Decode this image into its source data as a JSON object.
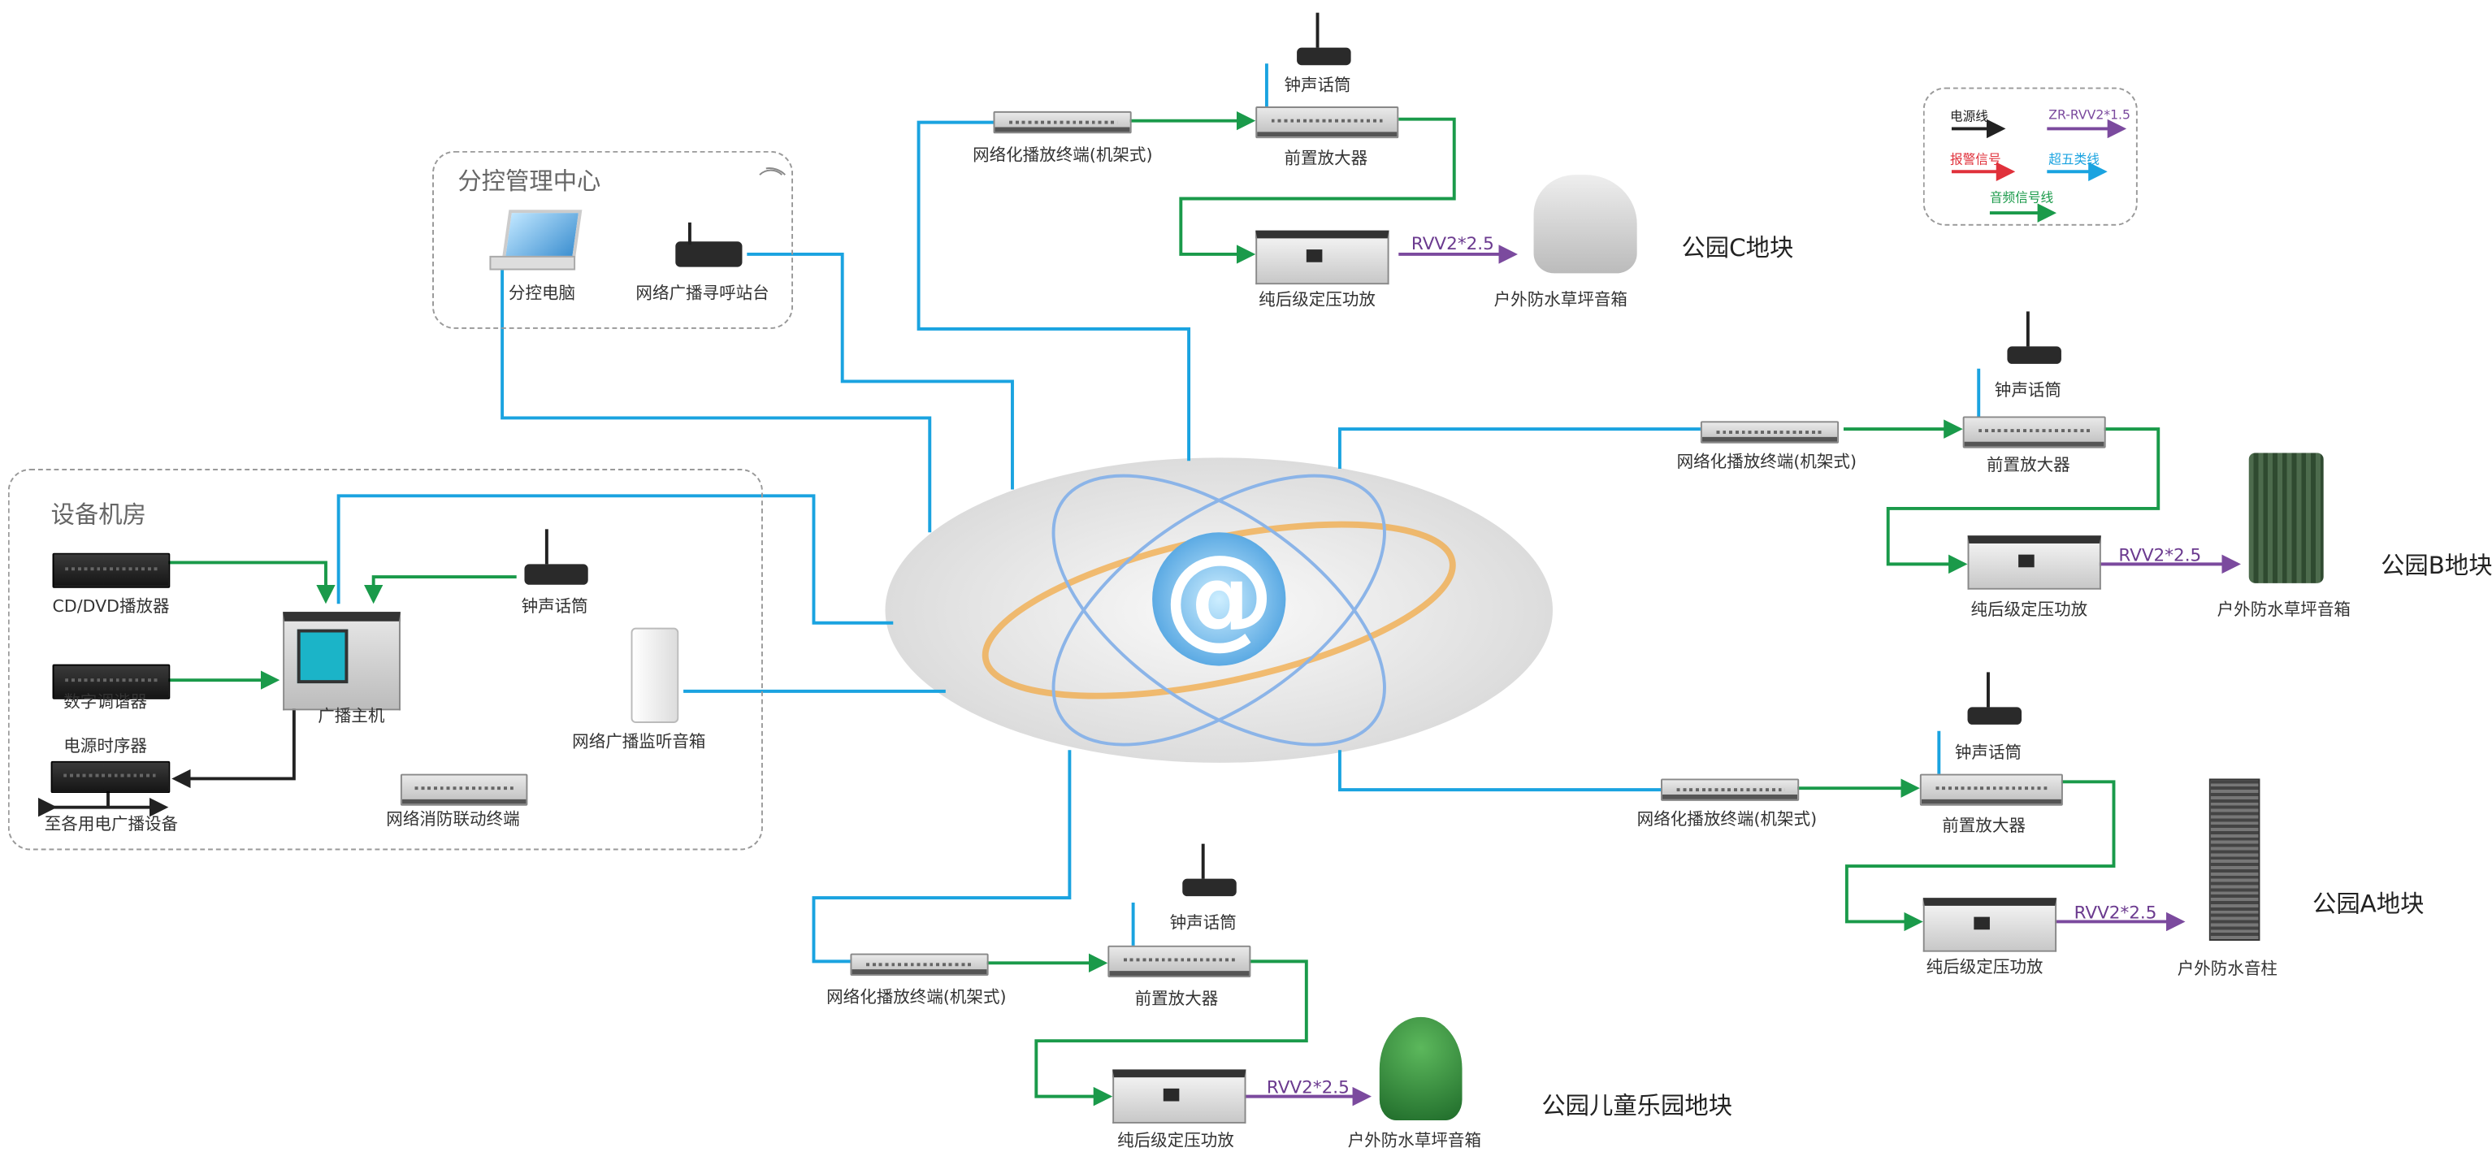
{
  "control_center": {
    "title": "分控管理中心",
    "pc_label": "分控电脑",
    "paging_label": "网络广播寻呼站台"
  },
  "equipment_room": {
    "title": "设备机房",
    "cd_label": "CD/DVD播放器",
    "tuner_label": "数字调谐器",
    "sequencer_label": "电源时序器",
    "to_devices_label": "至各用电广播设备",
    "host_label": "广播主机",
    "mic_label": "钟声话筒",
    "monitor_label": "网络广播监听音箱",
    "fire_label": "网络消防联动终端"
  },
  "legend": {
    "power": "电源线",
    "zr": "ZR-RVV2*1.5",
    "alarm": "报警信号",
    "cat5": "超五类线",
    "audio": "音频信号线"
  },
  "colors": {
    "power": "#222222",
    "zr": "#7b4a9e",
    "alarm": "#e0313b",
    "cat5": "#1aa3e0",
    "audio": "#1a9a4a"
  },
  "zones": [
    {
      "name": "公园C地块",
      "terminal": "网络化播放终端(机架式)",
      "preamp": "前置放大器",
      "mic": "钟声话筒",
      "amp": "纯后级定压功放",
      "cable": "RVV2*2.5",
      "speaker": "户外防水草坪音箱"
    },
    {
      "name": "公园B地块",
      "terminal": "网络化播放终端(机架式)",
      "preamp": "前置放大器",
      "mic": "钟声话筒",
      "amp": "纯后级定压功放",
      "cable": "RVV2*2.5",
      "speaker": "户外防水草坪音箱"
    },
    {
      "name": "公园A地块",
      "terminal": "网络化播放终端(机架式)",
      "preamp": "前置放大器",
      "mic": "钟声话筒",
      "amp": "纯后级定压功放",
      "cable": "RVV2*2.5",
      "speaker": "户外防水音柱"
    },
    {
      "name": "公园儿童乐园地块",
      "terminal": "网络化播放终端(机架式)",
      "preamp": "前置放大器",
      "mic": "钟声话筒",
      "amp": "纯后级定压功放",
      "cable": "RVV2*2.5",
      "speaker": "户外防水草坪音箱"
    }
  ]
}
